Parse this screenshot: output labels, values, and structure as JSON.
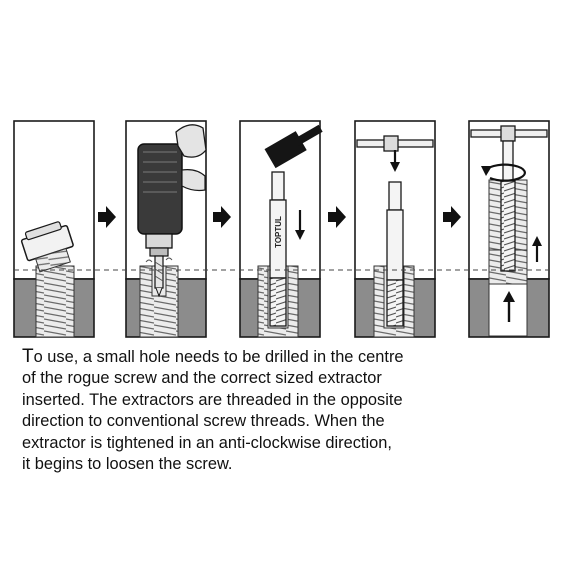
{
  "diagram": {
    "brand_text": "TOPTUL",
    "colors": {
      "background": "#ffffff",
      "outline": "#1a1a1a",
      "material": "#8c8c8c",
      "bore": "#e9e9e9",
      "tool": "#f4f4f4",
      "drill_body": "#3a3a3a",
      "hand": "#e4e4e4"
    },
    "icons": [
      "arrow-right-icon",
      "hammer-icon",
      "drill-icon",
      "t-handle-icon",
      "rotation-icon",
      "arrow-down-icon",
      "arrow-up-icon"
    ]
  },
  "caption": {
    "first_letter": "T",
    "line1_rest": "o use, a small hole needs to be drilled in the centre",
    "line2": "of the rogue screw and the correct sized extractor",
    "line3": "inserted. The extractors are threaded in the opposite",
    "line4": "direction to conventional screw threads. When the",
    "line5": "extractor is tightened in an anti-clockwise direction,",
    "line6": "it begins to loosen the screw."
  }
}
